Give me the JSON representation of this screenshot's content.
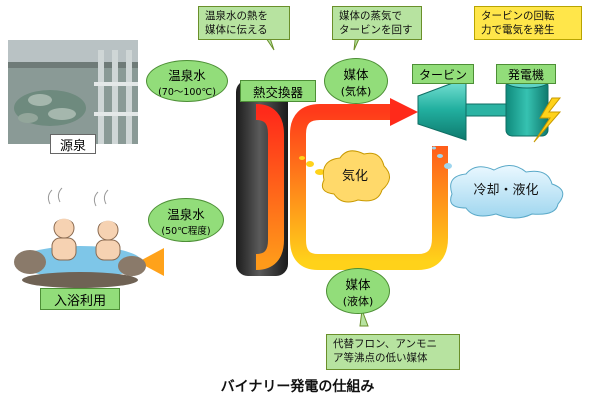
{
  "title": "バイナリー発電の仕組み",
  "source": {
    "label": "源泉"
  },
  "bath": {
    "label": "入浴利用"
  },
  "exchanger": {
    "label": "熱交換器"
  },
  "turbine": {
    "label": "タービン"
  },
  "generator": {
    "label": "発電機"
  },
  "hot_water_in": {
    "title": "温泉水",
    "temp": "(70～100℃)"
  },
  "hot_water_out": {
    "title": "温泉水",
    "temp": "(50℃程度)"
  },
  "medium_gas": {
    "title": "媒体",
    "state": "(気体)"
  },
  "medium_liquid": {
    "title": "媒体",
    "state": "(液体)"
  },
  "evaporation": {
    "label": "気化"
  },
  "cooling": {
    "label": "冷却・液化"
  },
  "callouts": {
    "heat_transfer": [
      "温泉水の熱を",
      "媒体に伝える"
    ],
    "steam_turbine": [
      "媒体の蒸気で",
      "タービンを回す"
    ],
    "power": [
      "タービンの回転",
      "力で電気を発生"
    ],
    "medium_examples": [
      "代替フロン、アンモニ",
      "ア等沸点の低い媒体"
    ]
  },
  "colors": {
    "hot_stream": "#ff2a1a",
    "warm_stream": "#ff9a1a",
    "cool_stream": "#ffd21a",
    "equipment": "#1aa89a",
    "label_fill": "#92dd7a"
  }
}
